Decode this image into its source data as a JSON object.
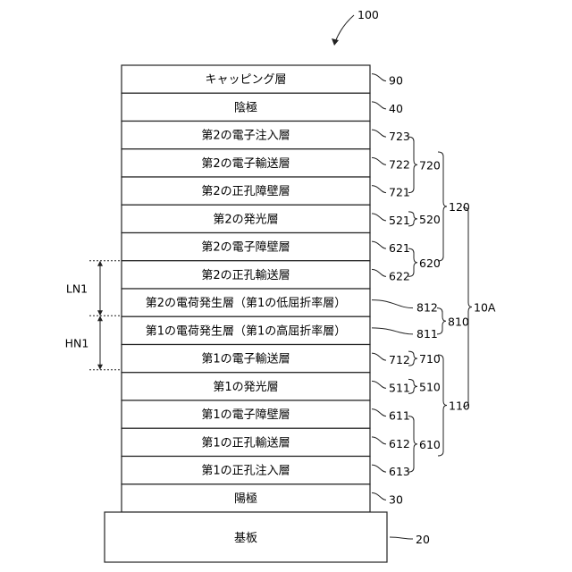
{
  "figure": {
    "ref": "100",
    "substrate": {
      "label": "基板",
      "ref": "20"
    },
    "layers": [
      {
        "label": "キャッピング層",
        "ref": "90"
      },
      {
        "label": "陰極",
        "ref": "40"
      },
      {
        "label": "第2の電子注入層",
        "ref": "723"
      },
      {
        "label": "第2の電子輸送層",
        "ref": "722"
      },
      {
        "label": "第2の正孔障壁層",
        "ref": "721"
      },
      {
        "label": "第2の発光層",
        "ref": "521"
      },
      {
        "label": "第2の電子障壁層",
        "ref": "621"
      },
      {
        "label": "第2の正孔輸送層",
        "ref": "622"
      },
      {
        "label": "第2の電荷発生層（第1の低屈折率層）",
        "ref": "812"
      },
      {
        "label": "第1の電荷発生層（第1の高屈折率層）",
        "ref": "811"
      },
      {
        "label": "第1の電子輸送層",
        "ref": "712"
      },
      {
        "label": "第1の発光層",
        "ref": "511"
      },
      {
        "label": "第1の電子障壁層",
        "ref": "611"
      },
      {
        "label": "第1の正孔輸送層",
        "ref": "612"
      },
      {
        "label": "第1の正孔注入層",
        "ref": "613"
      },
      {
        "label": "陽極",
        "ref": "30"
      }
    ],
    "groups": [
      {
        "label": "720",
        "from": 2,
        "to": 4
      },
      {
        "label": "520",
        "from": 5,
        "to": 5
      },
      {
        "label": "620",
        "from": 6,
        "to": 7
      },
      {
        "label": "810",
        "from": 8,
        "to": 9
      },
      {
        "label": "710",
        "from": 10,
        "to": 10
      },
      {
        "label": "510",
        "from": 11,
        "to": 11
      },
      {
        "label": "610",
        "from": 12,
        "to": 14
      },
      {
        "label": "120",
        "from": 2,
        "to": 7
      },
      {
        "label": "110",
        "from": 10,
        "to": 14
      },
      {
        "label": "10A",
        "from": 2,
        "to": 14
      }
    ],
    "dimensions": [
      {
        "label": "LN1"
      },
      {
        "label": "HN1"
      }
    ]
  }
}
